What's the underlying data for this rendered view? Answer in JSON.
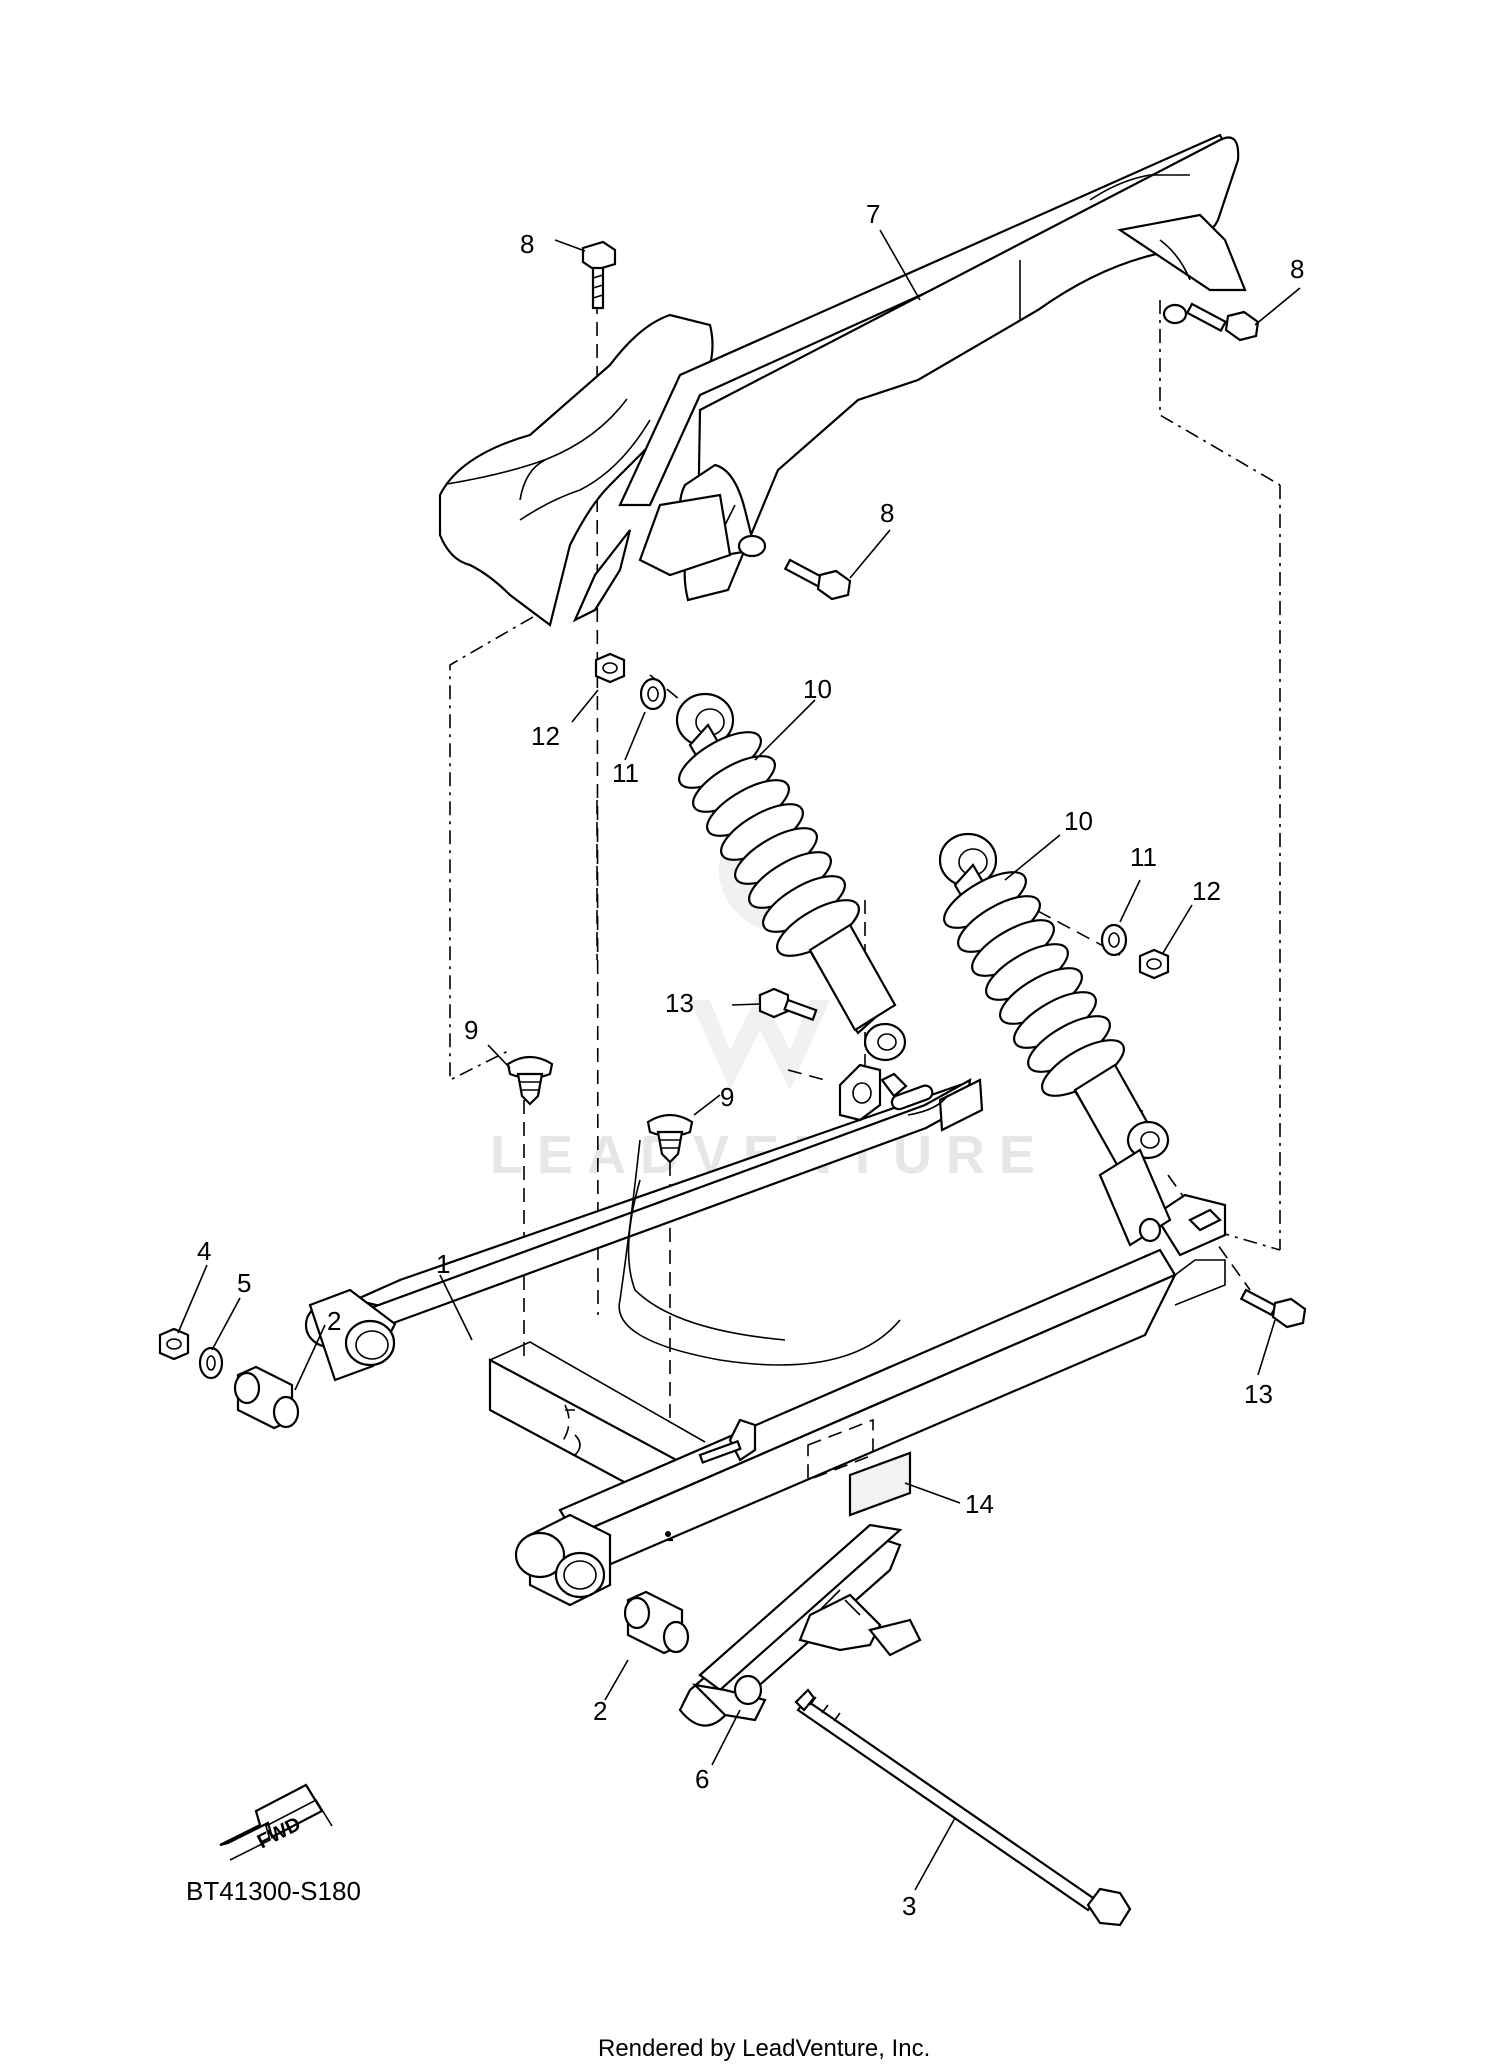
{
  "diagram": {
    "callouts": [
      "1",
      "2",
      "2",
      "3",
      "4",
      "5",
      "6",
      "7",
      "8",
      "8",
      "8",
      "9",
      "9",
      "10",
      "10",
      "11",
      "11",
      "12",
      "12",
      "13",
      "13",
      "14"
    ],
    "watermark": "LEADVENTURE",
    "fwd_label": "FWD",
    "diagram_code": "BT41300-S180",
    "footer": "Rendered by LeadVenture, Inc."
  }
}
